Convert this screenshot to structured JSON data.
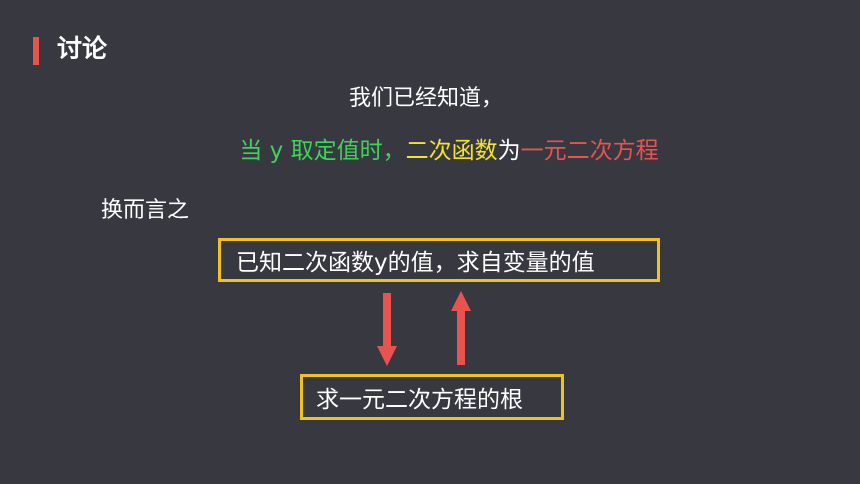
{
  "slide": {
    "title": "讨论",
    "intro": "我们已经知道，",
    "statement": {
      "part1": "当 y 取定值时，",
      "part2": "二次函数",
      "part3": "为",
      "part4": "一元二次方程"
    },
    "transition": "换而言之",
    "box_top": "已知二次函数y的值，求自变量的值",
    "box_bottom": "求一元二次方程的根"
  },
  "colors": {
    "background": "#383841",
    "accent_red": "#e8534f",
    "green": "#3ed35a",
    "yellow": "#f4e32e",
    "box_border": "#f0c21a"
  }
}
